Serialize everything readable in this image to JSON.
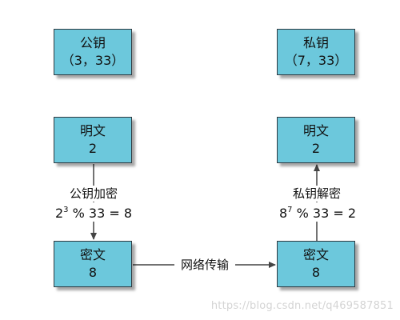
{
  "nodes": {
    "public_key": {
      "title": "公钥",
      "value": "（3，33）"
    },
    "private_key": {
      "title": "私钥",
      "value": "（7，33）"
    },
    "plaintext_left": {
      "title": "明文",
      "value": "2"
    },
    "plaintext_right": {
      "title": "明文",
      "value": "2"
    },
    "ciphertext_left": {
      "title": "密文",
      "value": "8"
    },
    "ciphertext_right": {
      "title": "密文",
      "value": "8"
    }
  },
  "edges": {
    "encrypt": {
      "label": "公钥加密",
      "formula_base": "2",
      "formula_exp": "3",
      "formula_rest": " % 33 = 8"
    },
    "decrypt": {
      "label": "私钥解密",
      "formula_base": "8",
      "formula_exp": "7",
      "formula_rest": " % 33 = 2"
    },
    "network": {
      "label": "网络传输"
    }
  },
  "watermark": "https://blog.csdn.net/q469587851"
}
